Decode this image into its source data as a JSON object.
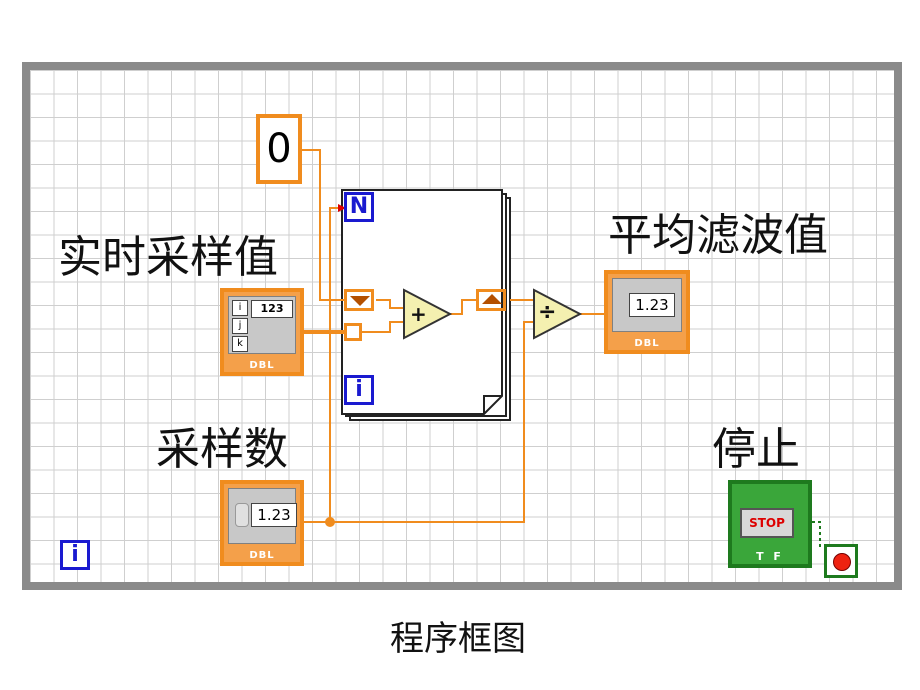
{
  "labels": {
    "realtime_sample": "实时采样值",
    "filtered_avg": "平均滤波值",
    "sample_count": "采样数",
    "stop": "停止",
    "caption": "程序框图"
  },
  "constants": {
    "zero": "0"
  },
  "loop_terminals": {
    "count": "N",
    "iteration_for": "i",
    "iteration_while": "i"
  },
  "terminals": {
    "array_index": [
      "i",
      "j",
      "k"
    ],
    "array_value": "123",
    "display_value": "1.23",
    "sample_count_value": "1.23",
    "dbl": "DBL",
    "stop_button": "STOP",
    "bool_type": "T F"
  },
  "functions": {
    "add": "+",
    "divide": "÷"
  },
  "colors": {
    "numeric_wire": "#f08c1e",
    "while_loop_border": "#8a8a8a",
    "boolean": "#1e7a1e",
    "loop_terminal": "#1a1ad0"
  }
}
